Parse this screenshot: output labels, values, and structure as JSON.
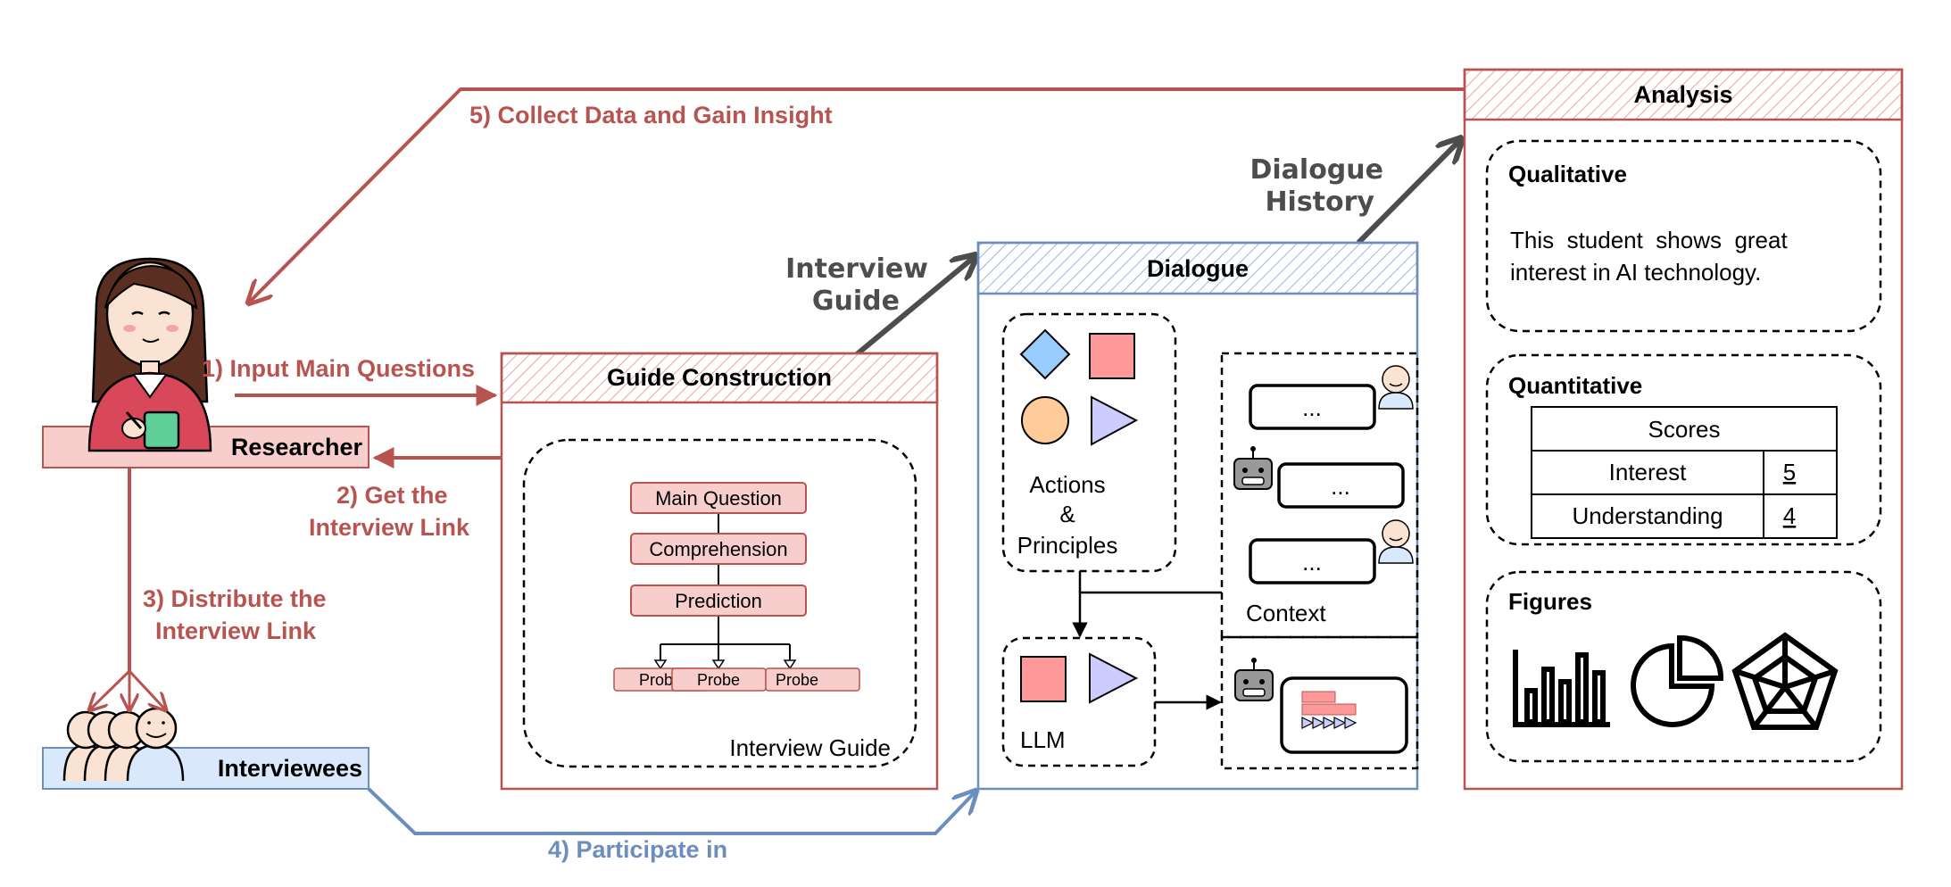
{
  "actors": {
    "researcher_label": "Researcher",
    "interviewees_label": "Interviewees"
  },
  "steps": {
    "step1": "1) Input Main Questions",
    "step2_line1": "2) Get the",
    "step2_line2": "Interview Link",
    "step3_line1": "3) Distribute the",
    "step3_line2": "Interview Link",
    "step4": "4) Participate in",
    "step5": "5) Collect Data and Gain Insight"
  },
  "flows": {
    "interview_guide_line1": "Interview",
    "interview_guide_line2": "Guide",
    "dialogue_history_line1": "Dialogue",
    "dialogue_history_line2": "History"
  },
  "guide_construction": {
    "title": "Guide Construction",
    "nodes": [
      "Main Question",
      "Comprehension",
      "Prediction"
    ],
    "probes": [
      "Probe",
      "Probe",
      "Probe"
    ],
    "caption": "Interview Guide"
  },
  "dialogue": {
    "title": "Dialogue",
    "actions_line1": "Actions",
    "actions_line2": "&",
    "actions_line3": "Principles",
    "llm_label": "LLM",
    "context_label": "Context",
    "bubbles": [
      "...",
      "...",
      "..."
    ]
  },
  "analysis": {
    "title": "Analysis",
    "qualitative_title": "Qualitative",
    "qualitative_line1": "This  student  shows  great",
    "qualitative_line2": "interest in AI technology.",
    "quantitative_title": "Quantitative",
    "scores_header": "Scores",
    "score_rows": [
      {
        "label": "Interest",
        "value": "5"
      },
      {
        "label": "Understanding",
        "value": "4"
      }
    ],
    "figures_title": "Figures"
  },
  "colors": {
    "red": "#b85450",
    "red_fill": "#f8cecc",
    "blue": "#6c8ebf",
    "blue_fill": "#dae8fc",
    "gray": "#4d4d4d"
  },
  "icons": [
    "researcher-avatar-icon",
    "interviewees-group-icon",
    "user-face-icon",
    "robot-icon",
    "bar-chart-icon",
    "pie-chart-icon",
    "radar-chart-icon"
  ]
}
